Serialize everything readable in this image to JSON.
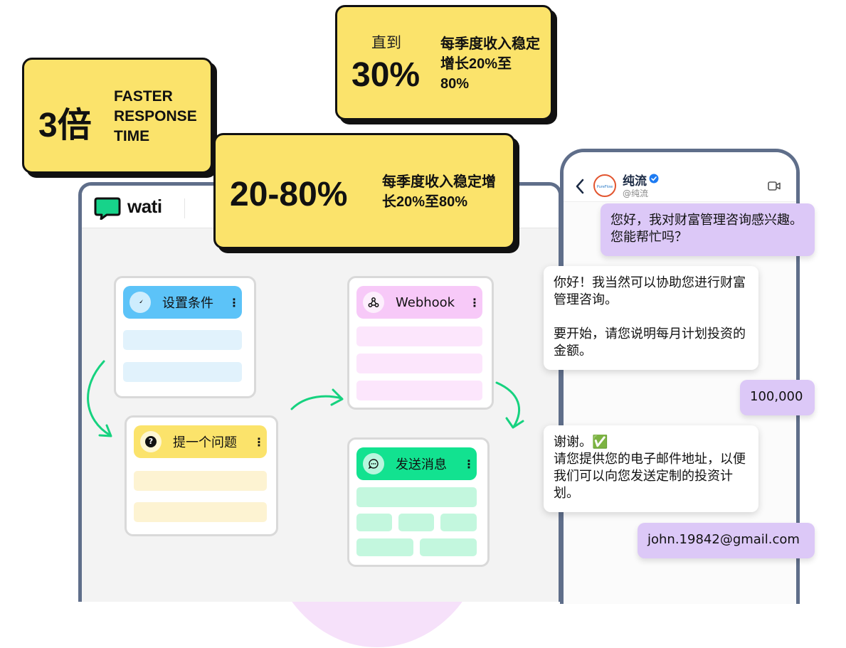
{
  "stats": [
    {
      "big": "3倍",
      "text": "FASTER RESPONSE TIME"
    },
    {
      "prefix": "直到",
      "big": "30%",
      "text": "每季度收入稳定增长20%至80%"
    },
    {
      "big": "20-80%",
      "text": "每季度收入稳定增长20%至80%"
    }
  ],
  "app": {
    "logo_text": "wati",
    "nodes": {
      "condition": "设置条件",
      "question": "提一个问题",
      "webhook": "Webhook",
      "send": "发送消息"
    },
    "menu_glyph": "⋮"
  },
  "chat": {
    "name": "纯流",
    "handle": "@纯流",
    "avatar_text": "PureFlow",
    "messages": [
      {
        "from": "user",
        "text": "您好，我对财富管理咨询感兴趣。您能帮忙吗？"
      },
      {
        "from": "bot",
        "text": "你好！我当然可以协助您进行财富管理咨询。\n\n要开始，请您说明每月计划投资的金额。"
      },
      {
        "from": "user",
        "text": "100,000"
      },
      {
        "from": "bot",
        "text": "谢谢。✅\n请您提供您的电子邮件地址，以便我们可以向您发送定制的投资计划。"
      },
      {
        "from": "user",
        "text": "john.19842@gmail.com"
      }
    ]
  },
  "colors": {
    "badge_yellow": "#fbe36b",
    "condition_blue": "#5cc3f8",
    "question_yellow": "#fbe36b",
    "webhook_pink": "#f7c9f8",
    "send_green": "#12e290",
    "arrow_green": "#16d27f",
    "user_bubble": "#dcc8f7"
  },
  "icons": [
    "chat-bubble-logo-icon",
    "compass-icon",
    "question-icon",
    "webhook-icon",
    "message-icon",
    "back-chevron-icon",
    "verified-badge-icon",
    "video-call-icon"
  ]
}
